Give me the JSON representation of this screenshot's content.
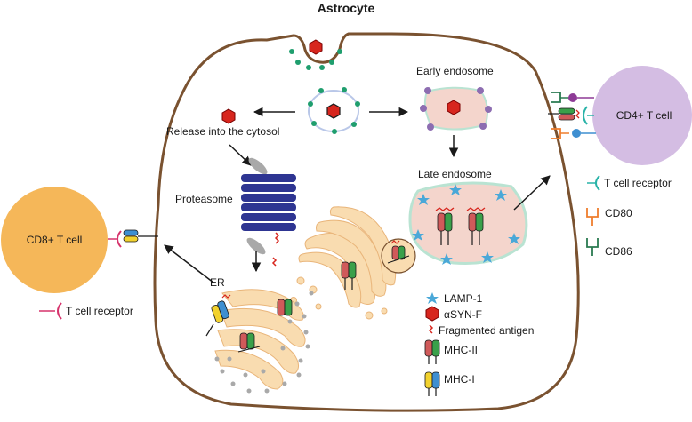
{
  "title": "Astrocyte",
  "labels": {
    "early_endosome": "Early endosome",
    "release": "Release into the cytosol",
    "proteasome": "Proteasome",
    "late_endosome": "Late endosome",
    "er": "ER",
    "cd8_cell": "CD8+ T cell",
    "cd4_cell": "CD4+ T cell",
    "tcr_left": "T cell receptor"
  },
  "legend_right": {
    "tcr": "T cell receptor",
    "cd80": "CD80",
    "cd86": "CD86"
  },
  "legend_inner": {
    "lamp1": "LAMP-1",
    "asyn": "αSYN-F",
    "fragment": "Fragmented antigen",
    "mhc2": "MHC-II",
    "mhc1": "MHC-I"
  },
  "colors": {
    "cell_border": "#7a5230",
    "cd8": "#f5b759",
    "cd4": "#d4bde3",
    "asyn": "#d7261e",
    "lamp1": "#4aa8d8",
    "proteasome": "#2e3592",
    "er": "#f9dcb0",
    "endosome": "#f4d5cc",
    "tcr_left": "#d6336c",
    "tcr_right": "#29b3a8",
    "cd80": "#ef7d2d",
    "cd86": "#2a7a50"
  }
}
